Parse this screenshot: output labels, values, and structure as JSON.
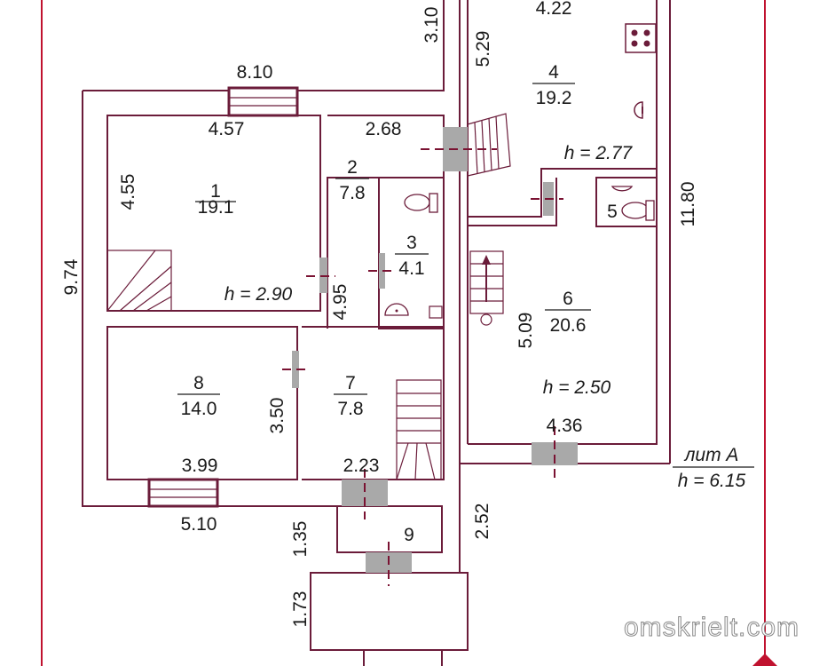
{
  "rooms": [
    {
      "id": "1",
      "area": "19.1"
    },
    {
      "id": "2",
      "area": "7.8"
    },
    {
      "id": "3",
      "area": "4.1"
    },
    {
      "id": "4",
      "area": "19.2"
    },
    {
      "id": "5",
      "area": ""
    },
    {
      "id": "6",
      "area": "20.6"
    },
    {
      "id": "7",
      "area": "7.8"
    },
    {
      "id": "8",
      "area": "14.0"
    },
    {
      "id": "9",
      "area": ""
    }
  ],
  "dimensions": {
    "d_3_10": "3.10",
    "d_4_22": "4.22",
    "d_5_29": "5.29",
    "d_8_10": "8.10",
    "d_4_57": "4.57",
    "d_2_68": "2.68",
    "d_4_55": "4.55",
    "d_9_74": "9.74",
    "d_4_95": "4.95",
    "d_5_09": "5.09",
    "d_11_80": "11.80",
    "d_3_50": "3.50",
    "d_3_99": "3.99",
    "d_2_23": "2.23",
    "d_4_36": "4.36",
    "d_5_10": "5.10",
    "d_1_35": "1.35",
    "d_2_52": "2.52",
    "d_1_73": "1.73"
  },
  "heights": {
    "h_room1": "h = 2.90",
    "h_room4": "h = 2.77",
    "h_room6": "h = 2.50",
    "building_label": "лит А",
    "building_height": "h = 6.15"
  },
  "watermark": "omskrielt.com",
  "colors": {
    "wall": "#6b1c3a",
    "boundary": "#c0122f",
    "door": "#a9a9a9",
    "background": "#ffffff"
  }
}
